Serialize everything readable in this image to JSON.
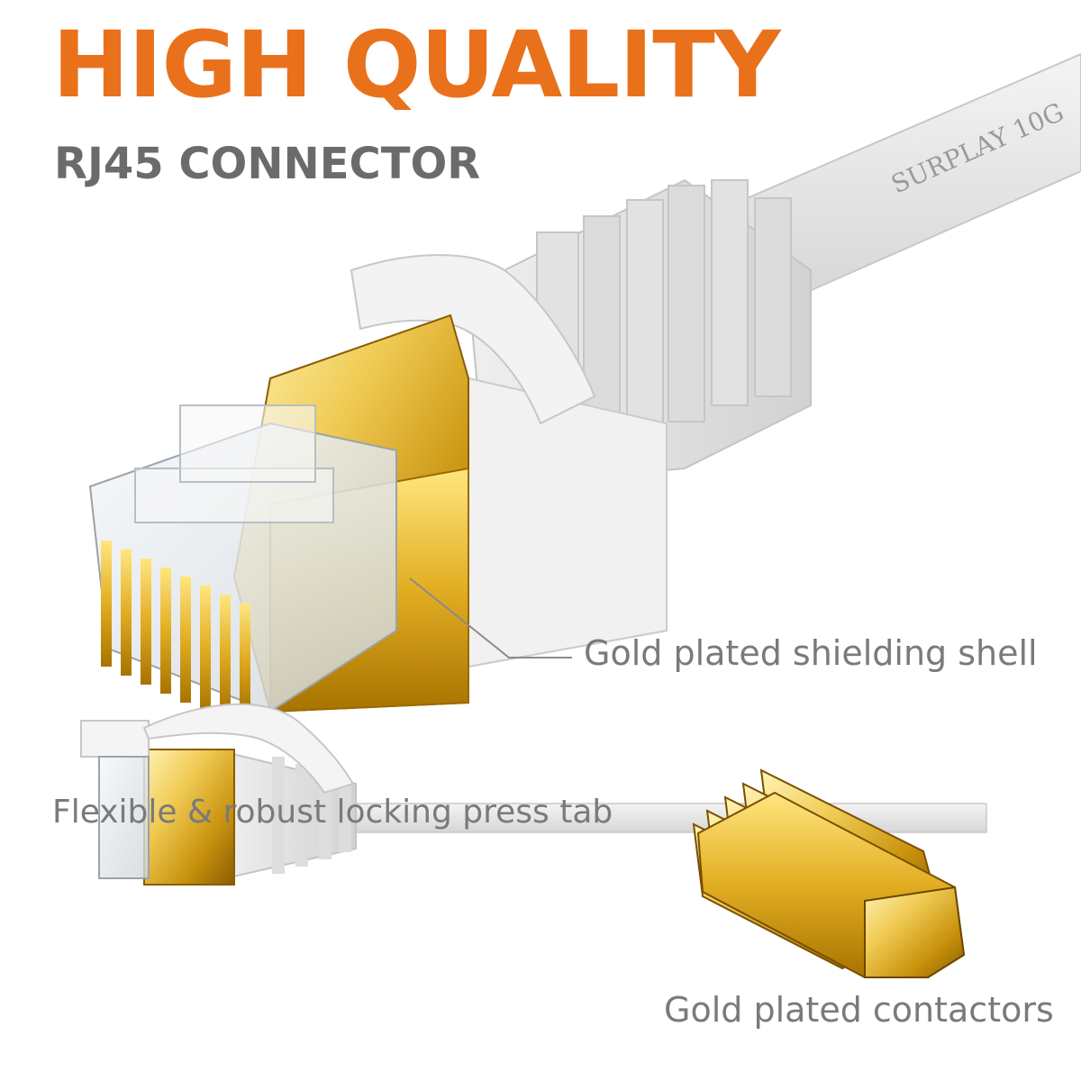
{
  "header": {
    "title": "HIGH QUALITY",
    "subtitle": "RJ45 CONNECTOR"
  },
  "cable_print": "SURPLAY  10G",
  "callouts": {
    "shell": "Gold plated shielding shell",
    "tab": "Flexible & robust locking press tab",
    "contactors": "Gold plated contactors"
  },
  "colors": {
    "accent": "#e9711c",
    "subtitle": "#6b6b6b",
    "callout_text": "#7a7a7a",
    "gold": "#d6a21a",
    "cable": "#e8e8e8"
  }
}
